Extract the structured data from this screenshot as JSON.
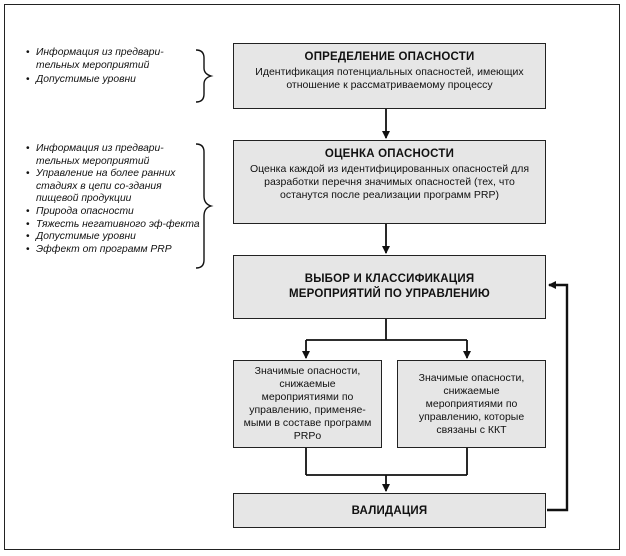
{
  "inputs_top": [
    "Информация из предвари-тельных мероприятий",
    "Допустимые уровни"
  ],
  "inputs_middle": [
    "Информация из предвари-тельных мероприятий",
    "Управление на более ранних стадиях в цепи со-здания пищевой продукции",
    "Природа опасности",
    "Тяжесть негативного эф-фекта",
    "Допустимые уровни",
    "Эффект от программ PRP"
  ],
  "box1": {
    "title": "ОПРЕДЕЛЕНИЕ ОПАСНОСТИ",
    "text": "Идентификация потенциальных опасностей, имеющих отношение к рассматриваемому процессу"
  },
  "box2": {
    "title": "ОЦЕНКА ОПАСНОСТИ",
    "text": "Оценка каждой из идентифицированных опасностей для разработки перечня значимых опасностей (тех, что останутся после реализации программ PRP)"
  },
  "box3": {
    "title": "ВЫБОР И КЛАССИФИКАЦИЯ МЕРОПРИЯТИЙ ПО УПРАВЛЕНИЮ"
  },
  "box4": {
    "text": "Значимые опасности, снижаемые мероприятиями по управлению, применяе-мыми в составе программ PRPo"
  },
  "box5": {
    "text": "Значимые опасности, снижаемые мероприятиями по управлению, которые связаны с ККТ"
  },
  "box6": {
    "title": "ВАЛИДАЦИЯ"
  }
}
